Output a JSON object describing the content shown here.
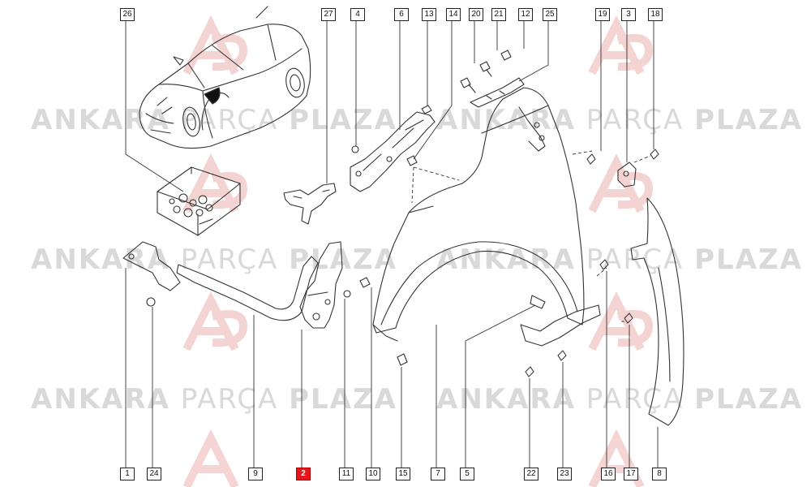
{
  "watermark": {
    "word1": "ANKARA",
    "word2": "PARÇA",
    "word3": "PLAZA"
  },
  "colors": {
    "line": "#333333",
    "highlight": "#e4171c",
    "watermark": "#d9d9d9"
  },
  "callouts": [
    {
      "id": "c26",
      "label": "26"
    },
    {
      "id": "c27",
      "label": "27"
    },
    {
      "id": "c4",
      "label": "4"
    },
    {
      "id": "c6",
      "label": "6"
    },
    {
      "id": "c13",
      "label": "13"
    },
    {
      "id": "c14",
      "label": "14"
    },
    {
      "id": "c20",
      "label": "20"
    },
    {
      "id": "c21",
      "label": "21"
    },
    {
      "id": "c12",
      "label": "12"
    },
    {
      "id": "c25",
      "label": "25"
    },
    {
      "id": "c19",
      "label": "19"
    },
    {
      "id": "c3",
      "label": "3"
    },
    {
      "id": "c18",
      "label": "18"
    },
    {
      "id": "c1",
      "label": "1"
    },
    {
      "id": "c24",
      "label": "24"
    },
    {
      "id": "c9",
      "label": "9"
    },
    {
      "id": "c2",
      "label": "2",
      "highlight": true
    },
    {
      "id": "c11",
      "label": "11"
    },
    {
      "id": "c10",
      "label": "10"
    },
    {
      "id": "c15",
      "label": "15"
    },
    {
      "id": "c7",
      "label": "7"
    },
    {
      "id": "c5",
      "label": "5"
    },
    {
      "id": "c22",
      "label": "22"
    },
    {
      "id": "c23",
      "label": "23"
    },
    {
      "id": "c16",
      "label": "16"
    },
    {
      "id": "c17",
      "label": "17"
    },
    {
      "id": "c8",
      "label": "8"
    }
  ]
}
